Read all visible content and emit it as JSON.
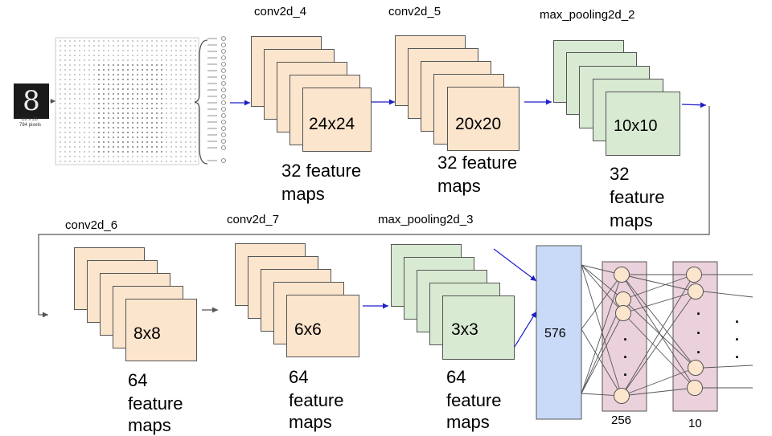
{
  "input": {
    "size_label": "28 x 28",
    "pixels_label": "784 pixels",
    "digit": "8"
  },
  "row1": {
    "conv2d_4": {
      "title": "conv2d_4",
      "size": "24x24",
      "caption": [
        "32 feature",
        "maps"
      ]
    },
    "conv2d_5": {
      "title": "conv2d_5",
      "size": "20x20",
      "caption": [
        "32 feature",
        "maps"
      ]
    },
    "max_pooling2d_2": {
      "title": "max_pooling2d_2",
      "size": "10x10",
      "caption": [
        "32",
        "feature",
        "maps"
      ]
    }
  },
  "row2": {
    "conv2d_6": {
      "title": "conv2d_6",
      "size": "8x8",
      "caption": [
        "64",
        "feature",
        "maps"
      ]
    },
    "conv2d_7": {
      "title": "conv2d_7",
      "size": "6x6",
      "caption": [
        "64",
        "feature",
        "maps"
      ]
    },
    "max_pooling2d_3": {
      "title": "max_pooling2d_3",
      "size": "3x3",
      "caption": [
        "64",
        "feature",
        "maps"
      ]
    }
  },
  "dense": {
    "flatten_label": "576",
    "hidden_label": "256",
    "output_label": "10",
    "dot": "."
  },
  "colors": {
    "conv": "#fce5cd",
    "pool": "#d9ead3",
    "flatten": "#c9daf8",
    "dense": "#ead1dc",
    "arrow": "#1f1fc8"
  }
}
